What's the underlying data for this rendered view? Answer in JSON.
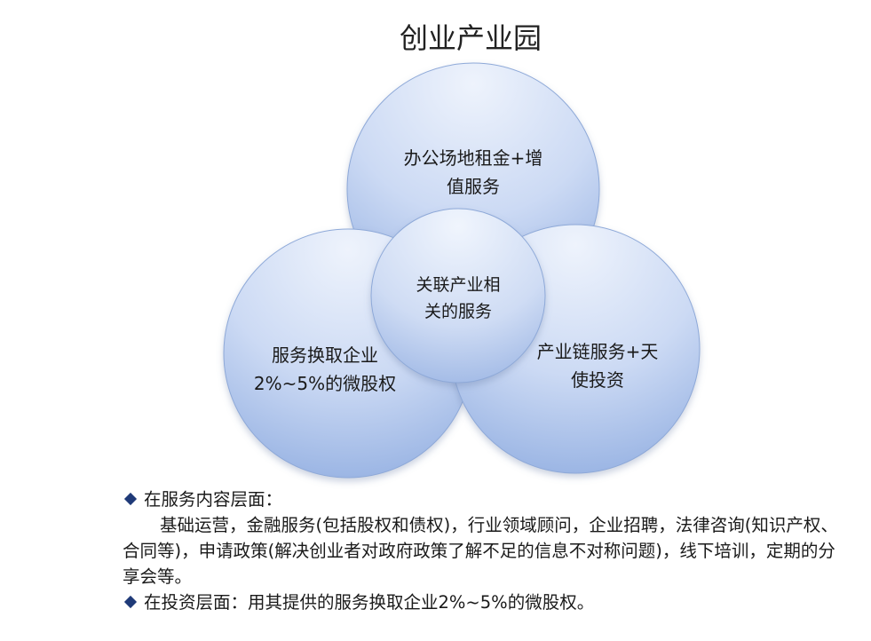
{
  "title": "创业产业园",
  "circles": {
    "top": {
      "line1": "办公场地租金+增",
      "line2": "值服务"
    },
    "left": {
      "line1": "服务换取企业",
      "line2": "2%~5%的微股权"
    },
    "right": {
      "line1": "产业链服务+天",
      "line2": "使投资"
    },
    "center": {
      "line1": "关联产业相",
      "line2": "关的服务"
    }
  },
  "bullets": {
    "service_head": "在服务内容层面：",
    "service_body": "基础运营，金融服务(包括股权和债权)，行业领域顾问，企业招聘，法律咨询(知识产权、合同等)，申请政策(解决创业者对政府政策了解不足的信息不对称问题)，线下培训，定期的分享会等。",
    "invest_head": "在投资层面：用其提供的服务换取企业2%~5%的微股权。"
  },
  "colors": {
    "circle_light": "#e6eefb",
    "circle_dark": "#a9c1ea",
    "circle_edge": "#8ea9d8",
    "bullet": "#1f3a78"
  }
}
